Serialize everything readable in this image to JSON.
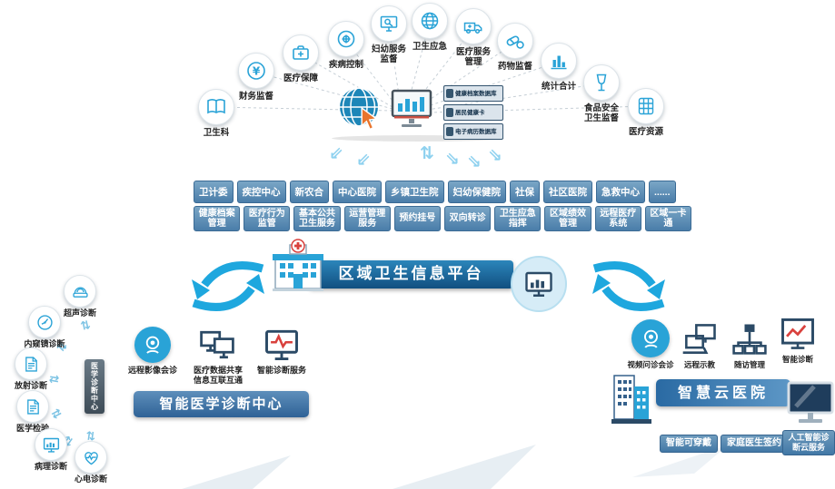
{
  "colors": {
    "teal": "#29a3d7",
    "navy": "#23486b",
    "button_blue": "#4a7da9",
    "banner_dark": "#114f80",
    "orange": "#e8742c",
    "red": "#d9413d"
  },
  "glyphs": {
    "arrow_sw": "⇙",
    "arrow_se": "⇘",
    "arrow_updown": "⇅",
    "arrow_pair": "⇄"
  },
  "top_arc": {
    "icons": [
      {
        "name": "ledger-icon",
        "label": "卫生科"
      },
      {
        "name": "finance-icon",
        "label": "财务监督"
      },
      {
        "name": "first-aid-icon",
        "label": "医疗保障"
      },
      {
        "name": "disease-control-icon",
        "label": "疾病控制"
      },
      {
        "name": "monitor-search-icon",
        "label": "妇幼服务监督"
      },
      {
        "name": "globe-icon",
        "label": "卫生应急"
      },
      {
        "name": "ambulance-icon",
        "label": "医疗服务管理"
      },
      {
        "name": "pill-icon",
        "label": "药物监督"
      },
      {
        "name": "bar-chart-icon",
        "label": "统计合计"
      },
      {
        "name": "glass-icon",
        "label": "食品安全卫生监督"
      },
      {
        "name": "archive-icon",
        "label": "医疗资源"
      }
    ],
    "databases": [
      {
        "label": "健康档案数据库"
      },
      {
        "label": "居民健康卡"
      },
      {
        "label": "电子病历数据库"
      }
    ]
  },
  "org_row": [
    {
      "label": "卫计委"
    },
    {
      "label": "疾控中心"
    },
    {
      "label": "新农合"
    },
    {
      "label": "中心医院"
    },
    {
      "label": "乡镇卫生院"
    },
    {
      "label": "妇幼保健院"
    },
    {
      "label": "社保"
    },
    {
      "label": "社区医院"
    },
    {
      "label": "急救中心"
    },
    {
      "label": "......"
    }
  ],
  "service_row": [
    {
      "label": "健康档案管理"
    },
    {
      "label": "医疗行为监管"
    },
    {
      "label": "基本公共卫生服务"
    },
    {
      "label": "运营管理服务"
    },
    {
      "label": "预约挂号"
    },
    {
      "label": "双向转诊"
    },
    {
      "label": "卫生应急指挥"
    },
    {
      "label": "区域绩效管理"
    },
    {
      "label": "远程医疗系统"
    },
    {
      "label": "区域一卡通"
    }
  ],
  "platform": {
    "title": "区域卫生信息平台"
  },
  "diag_center": {
    "banner": "智能医学诊断中心",
    "hub_label": "医学诊断中心",
    "modalities": [
      {
        "label": "超声诊断"
      },
      {
        "label": "内窥镜诊断"
      },
      {
        "label": "放射诊断"
      },
      {
        "label": "医学检验"
      },
      {
        "label": "病理诊断"
      },
      {
        "label": "心电诊断"
      }
    ],
    "services": [
      {
        "label": "远程影像会诊"
      },
      {
        "label": "医疗数据共享信息互联互通"
      },
      {
        "label": "智能诊断服务"
      }
    ]
  },
  "cloud_hospital": {
    "banner": "智慧云医院",
    "services": [
      {
        "label": "视频问诊会诊"
      },
      {
        "label": "远程示教"
      },
      {
        "label": "随访管理"
      },
      {
        "label": "智能诊断"
      }
    ],
    "chips": [
      {
        "label": "智能可穿戴"
      },
      {
        "label": "家庭医生签约"
      },
      {
        "label": "人工智能诊断云服务"
      }
    ]
  }
}
